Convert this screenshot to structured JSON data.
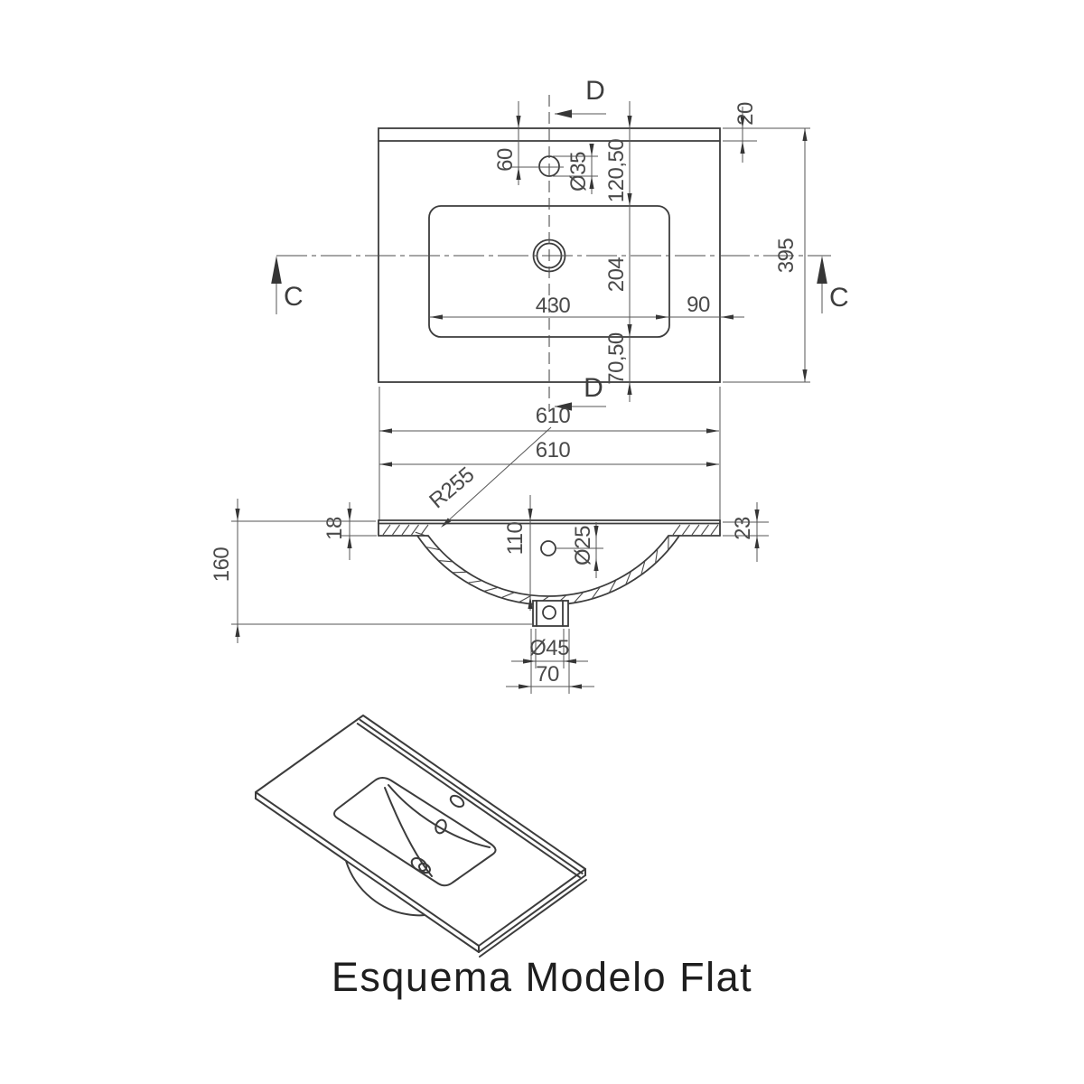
{
  "title": "Esquema Modelo Flat",
  "top_view": {
    "section_label_c": "C",
    "section_label_d": "D",
    "dims": {
      "total_width": "610",
      "total_depth": "395",
      "back_edge_thickness": "20",
      "faucet_center_offset": "60",
      "faucet_hole_diameter": "Ø35",
      "basin_back_offset": "120,50",
      "basin_depth": "204",
      "basin_front_offset": "70,50",
      "basin_width": "430",
      "basin_side_offset": "90"
    }
  },
  "section_view": {
    "dims": {
      "total_width": "610",
      "bowl_radius": "R255",
      "rim_thickness_left": "18",
      "rim_thickness_right": "23",
      "overall_height": "160",
      "bowl_depth": "110",
      "overflow_hole_diameter": "Ø25",
      "drain_hole_diameter": "Ø45",
      "drain_boss_width": "70"
    }
  }
}
